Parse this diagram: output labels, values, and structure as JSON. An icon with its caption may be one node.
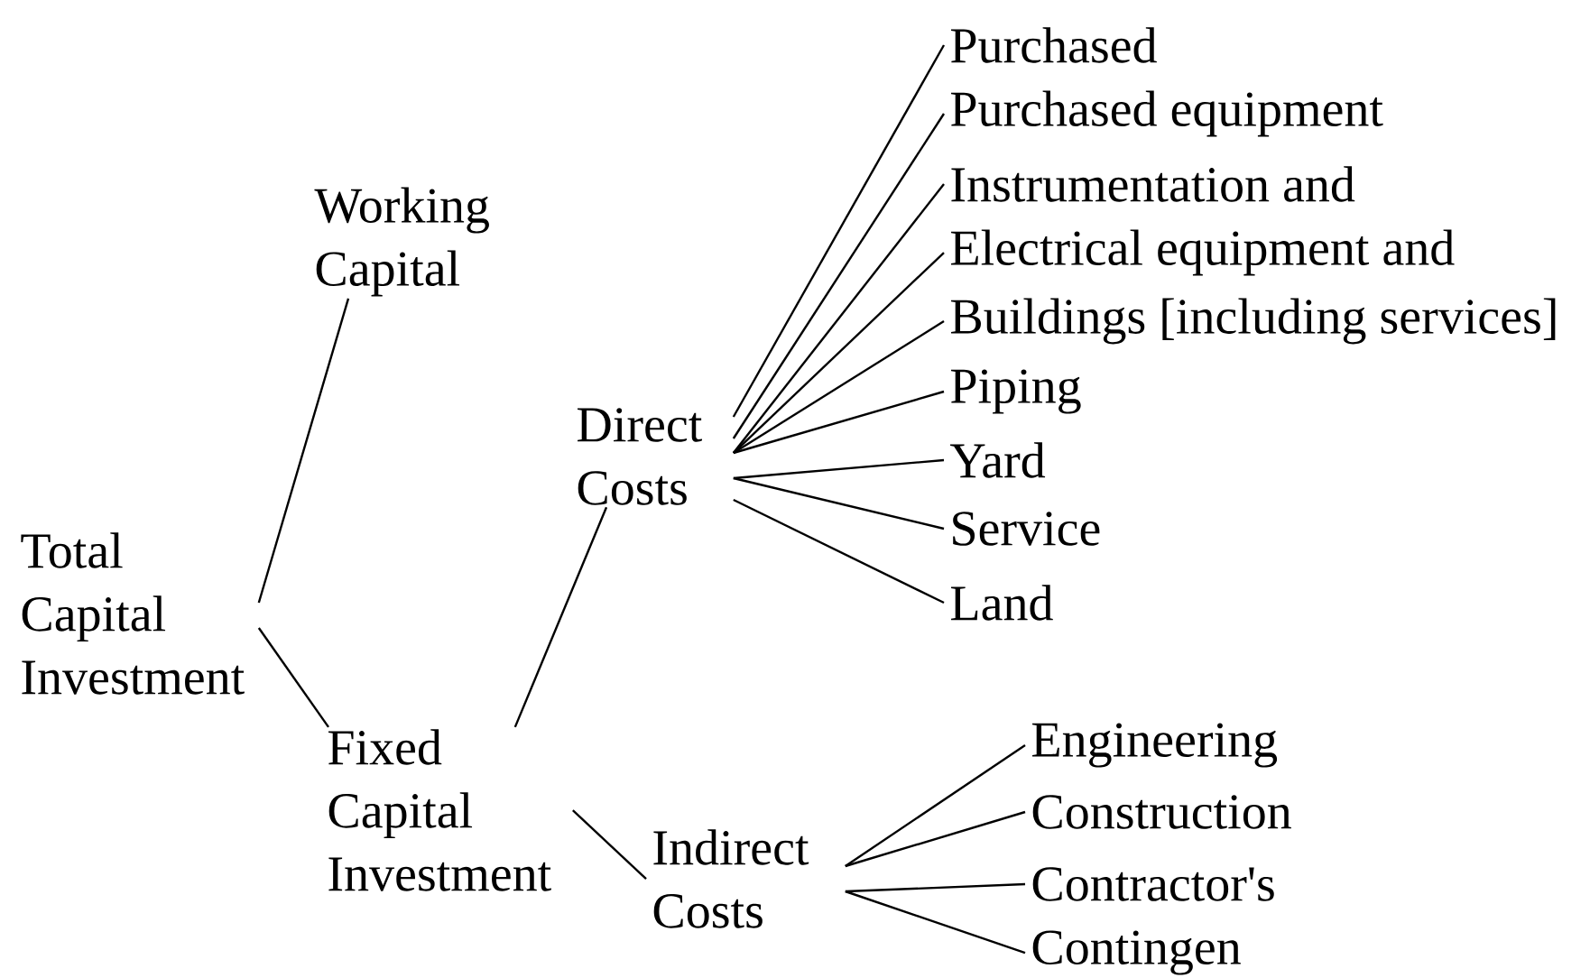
{
  "diagram": {
    "nodes": [
      {
        "text": [
          "Total Capital Investment"
        ]
      },
      {
        "text": [
          "Working Capital"
        ]
      },
      {
        "text": [
          "Fixed Capital Investment"
        ]
      },
      {
        "text": [
          "Direct Costs"
        ]
      },
      {
        "text": [
          "Indirect Costs"
        ]
      },
      {
        "text": [
          "Purchased"
        ]
      },
      {
        "text": [
          "Purchased equipment"
        ]
      },
      {
        "text": [
          "Instrumentation and"
        ]
      },
      {
        "text": [
          "Electrical equipment and"
        ]
      },
      {
        "text": [
          "Buildings [including services]"
        ]
      },
      {
        "text": [
          "Piping"
        ]
      },
      {
        "text": [
          "Yard"
        ]
      },
      {
        "text": [
          "Service"
        ]
      },
      {
        "text": [
          "Land"
        ]
      },
      {
        "text": [
          "Engineering"
        ]
      },
      {
        "text": [
          "Construction"
        ]
      },
      {
        "text": [
          "Contractor's"
        ]
      },
      {
        "text": [
          "Contingen"
        ]
      }
    ],
    "edges": [
      {
        "from": 0,
        "to": 1,
        "arrow": "none"
      },
      {
        "from": 0,
        "to": 2,
        "arrow": "none"
      },
      {
        "from": 2,
        "to": 3,
        "arrow": "none"
      },
      {
        "from": 2,
        "to": 4,
        "arrow": "none"
      },
      {
        "from": 3,
        "to": 5,
        "arrow": "none"
      },
      {
        "from": 3,
        "to": 6,
        "arrow": "none"
      },
      {
        "from": 3,
        "to": 7,
        "arrow": "none"
      },
      {
        "from": 3,
        "to": 8,
        "arrow": "none"
      },
      {
        "from": 3,
        "to": 9,
        "arrow": "none"
      },
      {
        "from": 3,
        "to": 10,
        "arrow": "none"
      },
      {
        "from": 3,
        "to": 11,
        "arrow": "none"
      },
      {
        "from": 3,
        "to": 12,
        "arrow": "none"
      },
      {
        "from": 3,
        "to": 13,
        "arrow": "none"
      },
      {
        "from": 4,
        "to": 14,
        "arrow": "none"
      },
      {
        "from": 4,
        "to": 15,
        "arrow": "none"
      },
      {
        "from": 4,
        "to": 16,
        "arrow": "none"
      },
      {
        "from": 4,
        "to": 17,
        "arrow": "none"
      }
    ]
  }
}
